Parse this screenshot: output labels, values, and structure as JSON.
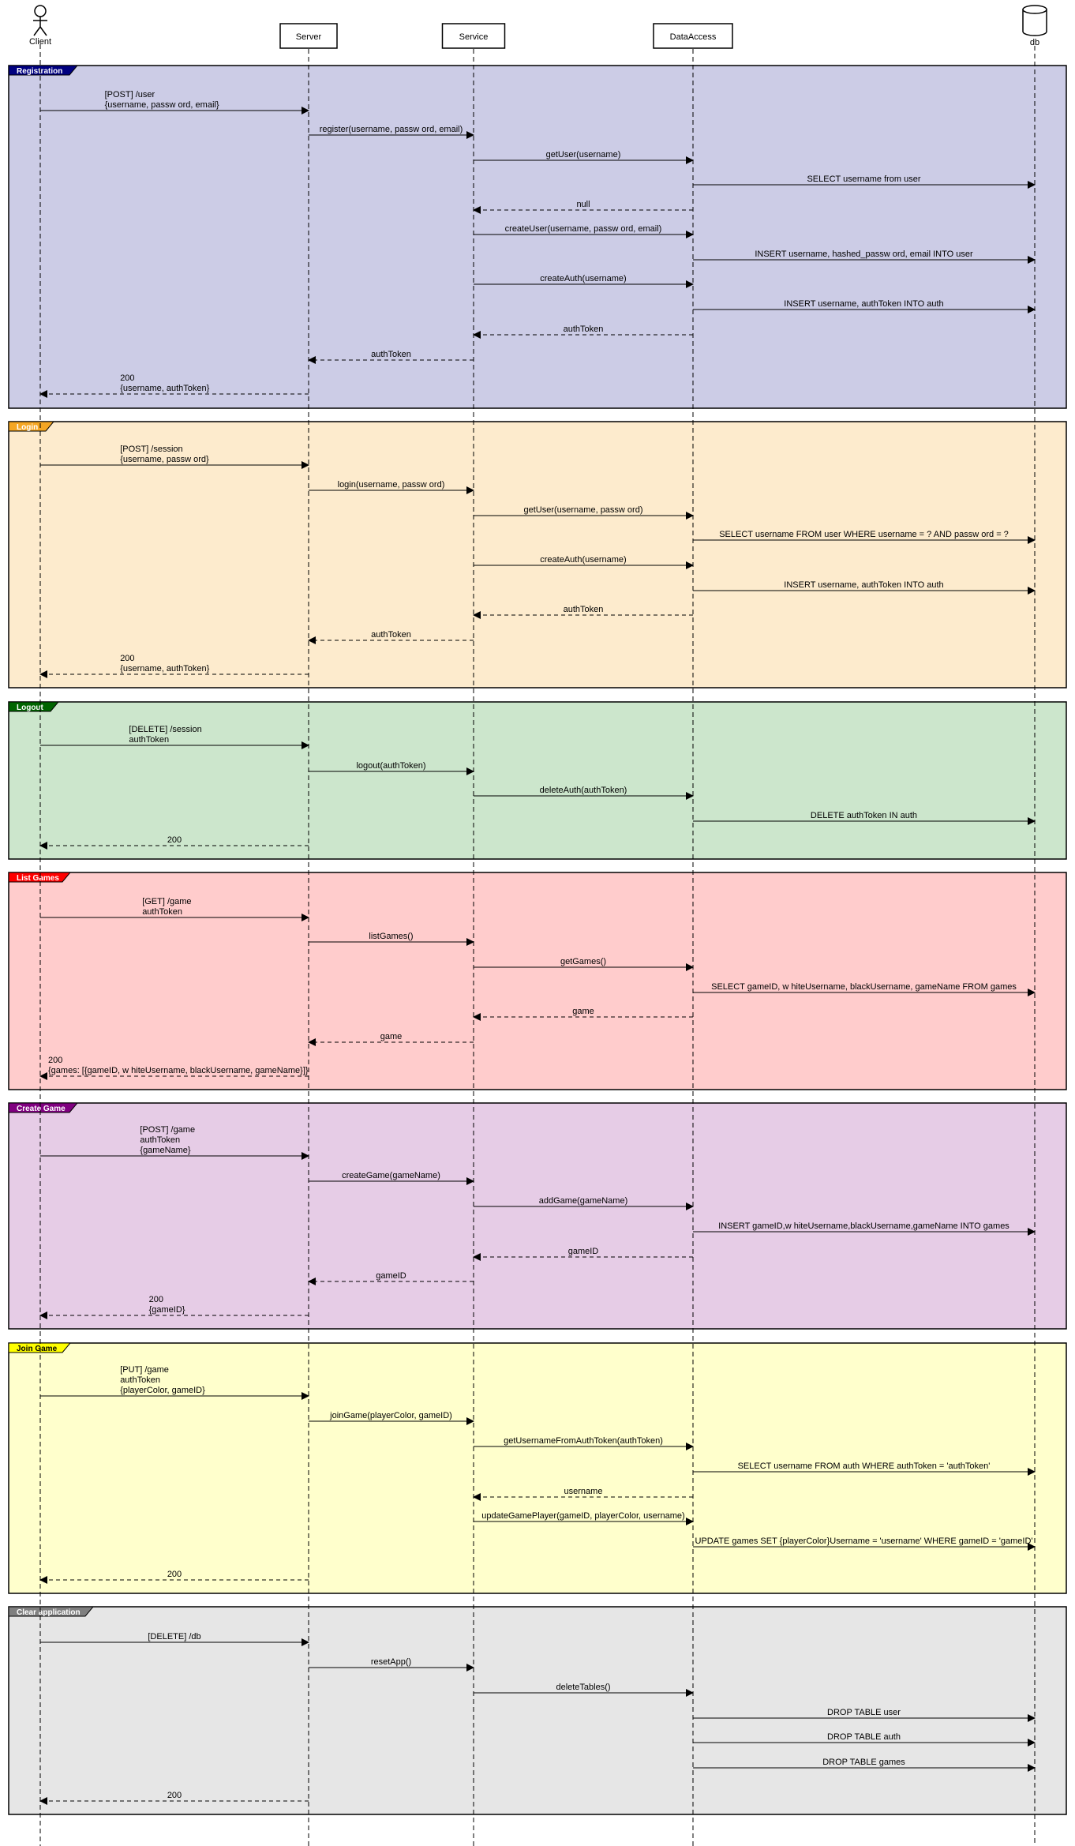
{
  "participants": [
    {
      "id": "client",
      "label": "Client",
      "shape": "actor"
    },
    {
      "id": "server",
      "label": "Server",
      "shape": "box"
    },
    {
      "id": "service",
      "label": "Service",
      "shape": "box"
    },
    {
      "id": "dataaccess",
      "label": "DataAccess",
      "shape": "box"
    },
    {
      "id": "db",
      "label": "db",
      "shape": "database"
    }
  ],
  "groups": [
    {
      "title": "Registration",
      "tab_color": "#000080",
      "title_color": "#ffffff",
      "fill": "#cccce6",
      "messages": [
        {
          "from": "client",
          "to": "server",
          "kind": "call",
          "lines": [
            "[POST] /user",
            "{username, passw ord, email}"
          ]
        },
        {
          "from": "server",
          "to": "service",
          "kind": "call",
          "lines": [
            "register(username, passw ord, email)"
          ]
        },
        {
          "from": "service",
          "to": "dataaccess",
          "kind": "call",
          "lines": [
            "getUser(username)"
          ]
        },
        {
          "from": "dataaccess",
          "to": "db",
          "kind": "call",
          "lines": [
            "SELECT username from user"
          ]
        },
        {
          "from": "dataaccess",
          "to": "service",
          "kind": "return",
          "lines": [
            "null"
          ]
        },
        {
          "from": "service",
          "to": "dataaccess",
          "kind": "call",
          "lines": [
            "createUser(username, passw ord, email)"
          ]
        },
        {
          "from": "dataaccess",
          "to": "db",
          "kind": "call",
          "lines": [
            "INSERT username, hashed_passw ord, email INTO user"
          ]
        },
        {
          "from": "service",
          "to": "dataaccess",
          "kind": "call",
          "lines": [
            "createAuth(username)"
          ]
        },
        {
          "from": "dataaccess",
          "to": "db",
          "kind": "call",
          "lines": [
            "INSERT username, authToken INTO auth"
          ]
        },
        {
          "from": "dataaccess",
          "to": "service",
          "kind": "return",
          "lines": [
            "authToken"
          ]
        },
        {
          "from": "service",
          "to": "server",
          "kind": "return",
          "lines": [
            "authToken"
          ]
        },
        {
          "from": "server",
          "to": "client",
          "kind": "return",
          "lines": [
            "200",
            "{username, authToken}"
          ]
        }
      ]
    },
    {
      "title": "Login",
      "tab_color": "#f5a623",
      "title_color": "#ffffff",
      "fill": "#fdebcd",
      "messages": [
        {
          "from": "client",
          "to": "server",
          "kind": "call",
          "lines": [
            "[POST] /session",
            "{username, passw ord}"
          ]
        },
        {
          "from": "server",
          "to": "service",
          "kind": "call",
          "lines": [
            "login(username, passw ord)"
          ]
        },
        {
          "from": "service",
          "to": "dataaccess",
          "kind": "call",
          "lines": [
            "getUser(username, passw ord)"
          ]
        },
        {
          "from": "dataaccess",
          "to": "db",
          "kind": "call",
          "lines": [
            "SELECT username FROM user WHERE username = ? AND passw ord = ?"
          ]
        },
        {
          "from": "service",
          "to": "dataaccess",
          "kind": "call",
          "lines": [
            "createAuth(username)"
          ]
        },
        {
          "from": "dataaccess",
          "to": "db",
          "kind": "call",
          "lines": [
            "INSERT username, authToken INTO auth"
          ]
        },
        {
          "from": "dataaccess",
          "to": "service",
          "kind": "return",
          "lines": [
            "authToken"
          ]
        },
        {
          "from": "service",
          "to": "server",
          "kind": "return",
          "lines": [
            "authToken"
          ]
        },
        {
          "from": "server",
          "to": "client",
          "kind": "return",
          "lines": [
            "200",
            "{username, authToken}"
          ]
        }
      ]
    },
    {
      "title": "Logout",
      "tab_color": "#006400",
      "title_color": "#ffffff",
      "fill": "#cce6cc",
      "messages": [
        {
          "from": "client",
          "to": "server",
          "kind": "call",
          "lines": [
            "[DELETE] /session",
            "authToken"
          ]
        },
        {
          "from": "server",
          "to": "service",
          "kind": "call",
          "lines": [
            "logout(authToken)"
          ]
        },
        {
          "from": "service",
          "to": "dataaccess",
          "kind": "call",
          "lines": [
            "deleteAuth(authToken)"
          ]
        },
        {
          "from": "dataaccess",
          "to": "db",
          "kind": "call",
          "lines": [
            "DELETE authToken IN auth"
          ]
        },
        {
          "from": "server",
          "to": "client",
          "kind": "return",
          "lines": [
            "200"
          ]
        }
      ]
    },
    {
      "title": "List Games",
      "tab_color": "#ff0000",
      "title_color": "#ffffff",
      "fill": "#ffcccc",
      "messages": [
        {
          "from": "client",
          "to": "server",
          "kind": "call",
          "lines": [
            "[GET] /game",
            "authToken"
          ]
        },
        {
          "from": "server",
          "to": "service",
          "kind": "call",
          "lines": [
            "listGames()"
          ]
        },
        {
          "from": "service",
          "to": "dataaccess",
          "kind": "call",
          "lines": [
            "getGames()"
          ]
        },
        {
          "from": "dataaccess",
          "to": "db",
          "kind": "call",
          "lines": [
            "SELECT gameID, w hiteUsername, blackUsername, gameName FROM games"
          ]
        },
        {
          "from": "dataaccess",
          "to": "service",
          "kind": "return",
          "lines": [
            "game"
          ]
        },
        {
          "from": "service",
          "to": "server",
          "kind": "return",
          "lines": [
            "game"
          ]
        },
        {
          "from": "server",
          "to": "client",
          "kind": "return",
          "lines": [
            "200",
            "{games: [{gameID, w hiteUsername, blackUsername, gameName}]}"
          ]
        }
      ]
    },
    {
      "title": "Create Game",
      "tab_color": "#800080",
      "title_color": "#ffffff",
      "fill": "#e6cce6",
      "messages": [
        {
          "from": "client",
          "to": "server",
          "kind": "call",
          "lines": [
            "[POST] /game",
            "authToken",
            "{gameName}"
          ]
        },
        {
          "from": "server",
          "to": "service",
          "kind": "call",
          "lines": [
            "createGame(gameName)"
          ]
        },
        {
          "from": "service",
          "to": "dataaccess",
          "kind": "call",
          "lines": [
            "addGame(gameName)"
          ]
        },
        {
          "from": "dataaccess",
          "to": "db",
          "kind": "call",
          "lines": [
            "INSERT gameID,w hiteUsername,blackUsername,gameName INTO games"
          ]
        },
        {
          "from": "dataaccess",
          "to": "service",
          "kind": "return",
          "lines": [
            "gameID"
          ]
        },
        {
          "from": "service",
          "to": "server",
          "kind": "return",
          "lines": [
            "gameID"
          ]
        },
        {
          "from": "server",
          "to": "client",
          "kind": "return",
          "lines": [
            "200",
            "{gameID}"
          ]
        }
      ]
    },
    {
      "title": "Join Game",
      "tab_color": "#ffff00",
      "title_color": "#000000",
      "fill": "#ffffcc",
      "messages": [
        {
          "from": "client",
          "to": "server",
          "kind": "call",
          "lines": [
            "[PUT] /game",
            "authToken",
            "{playerColor, gameID}"
          ]
        },
        {
          "from": "server",
          "to": "service",
          "kind": "call",
          "lines": [
            "joinGame(playerColor, gameID)"
          ]
        },
        {
          "from": "service",
          "to": "dataaccess",
          "kind": "call",
          "lines": [
            "getUsernameFromAuthToken(authToken)"
          ]
        },
        {
          "from": "dataaccess",
          "to": "db",
          "kind": "call",
          "lines": [
            "SELECT username FROM auth WHERE authToken = 'authToken'"
          ]
        },
        {
          "from": "dataaccess",
          "to": "service",
          "kind": "return",
          "lines": [
            "username"
          ]
        },
        {
          "from": "service",
          "to": "dataaccess",
          "kind": "call",
          "lines": [
            "updateGamePlayer(gameID, playerColor, username)"
          ]
        },
        {
          "from": "dataaccess",
          "to": "db",
          "kind": "call",
          "lines": [
            "UPDATE games SET {playerColor}Username = 'username' WHERE gameID = 'gameID'"
          ]
        },
        {
          "from": "server",
          "to": "client",
          "kind": "return",
          "lines": [
            "200"
          ]
        }
      ]
    },
    {
      "title": "Clear application",
      "tab_color": "#808080",
      "title_color": "#ffffff",
      "fill": "#e6e6e6",
      "messages": [
        {
          "from": "client",
          "to": "server",
          "kind": "call",
          "lines": [
            "[DELETE] /db"
          ]
        },
        {
          "from": "server",
          "to": "service",
          "kind": "call",
          "lines": [
            "resetApp()"
          ]
        },
        {
          "from": "service",
          "to": "dataaccess",
          "kind": "call",
          "lines": [
            "deleteTables()"
          ]
        },
        {
          "from": "dataaccess",
          "to": "db",
          "kind": "call",
          "lines": [
            "DROP TABLE user"
          ]
        },
        {
          "from": "dataaccess",
          "to": "db",
          "kind": "call",
          "lines": [
            "DROP TABLE auth"
          ]
        },
        {
          "from": "dataaccess",
          "to": "db",
          "kind": "call",
          "lines": [
            "DROP TABLE games"
          ]
        },
        {
          "from": "server",
          "to": "client",
          "kind": "return",
          "lines": [
            "200"
          ]
        }
      ]
    }
  ]
}
